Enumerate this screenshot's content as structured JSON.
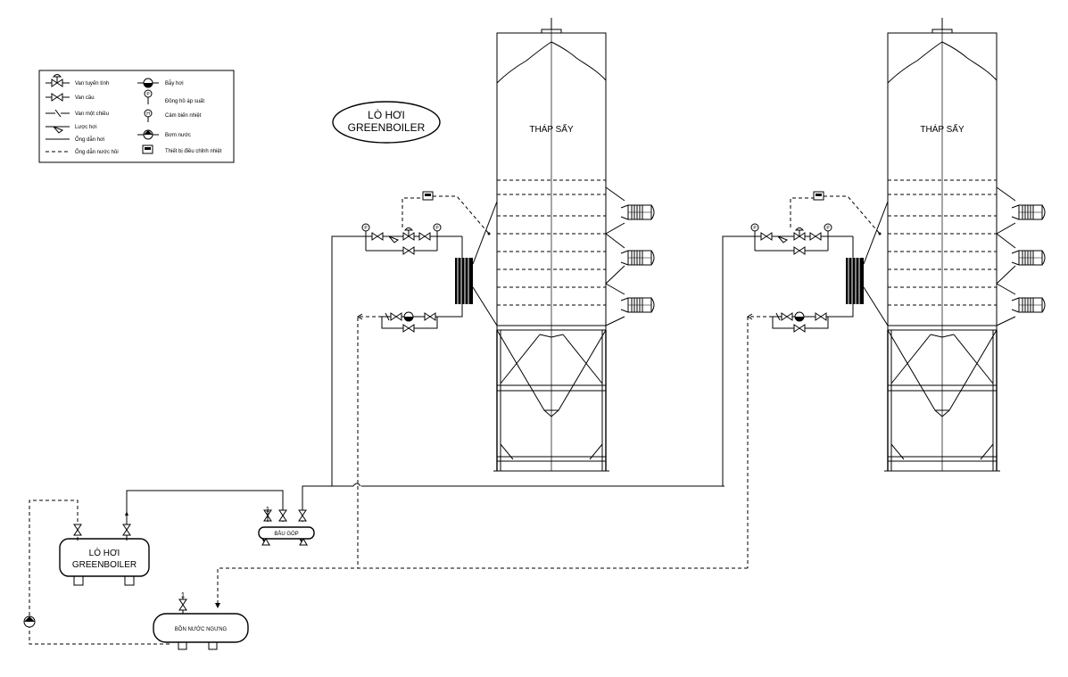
{
  "legend": {
    "items": [
      {
        "label": "Van tuyến tính",
        "icon": "linear-valve-icon"
      },
      {
        "label": "Van cầu",
        "icon": "globe-valve-icon"
      },
      {
        "label": "Van một chiều",
        "icon": "check-valve-icon"
      },
      {
        "label": "Lược hơi",
        "icon": "strainer-icon"
      },
      {
        "label": "Ống dẫn hơi",
        "icon": "steam-pipe-solid-line"
      },
      {
        "label": "Ống dẫn nước hồi",
        "icon": "return-water-dashed-line"
      },
      {
        "label": "Bẫy hơi",
        "icon": "steam-trap-icon"
      },
      {
        "label": "Đồng hồ áp suất",
        "icon": "pressure-gauge-icon"
      },
      {
        "label": "Cảm biến nhiệt",
        "icon": "temperature-sensor-icon"
      },
      {
        "label": "Bơm nước",
        "icon": "water-pump-icon"
      },
      {
        "label": "Thiết bị điều chỉnh nhiệt",
        "icon": "temperature-controller-icon"
      }
    ]
  },
  "boiler_callout": {
    "line1": "LÒ HƠI",
    "line2": "GREENBOILER"
  },
  "towers": [
    {
      "label": "THÁP SẤY"
    },
    {
      "label": "THÁP SẤY"
    }
  ],
  "boiler": {
    "line1": "LÒ HƠI",
    "line2": "GREENBOILER"
  },
  "header": {
    "label": "BẦU GÓP"
  },
  "condensate_tank": {
    "label": "BỒN NƯỚC NGƯNG"
  },
  "gauge_letter": "P",
  "sensor_letter": "H"
}
